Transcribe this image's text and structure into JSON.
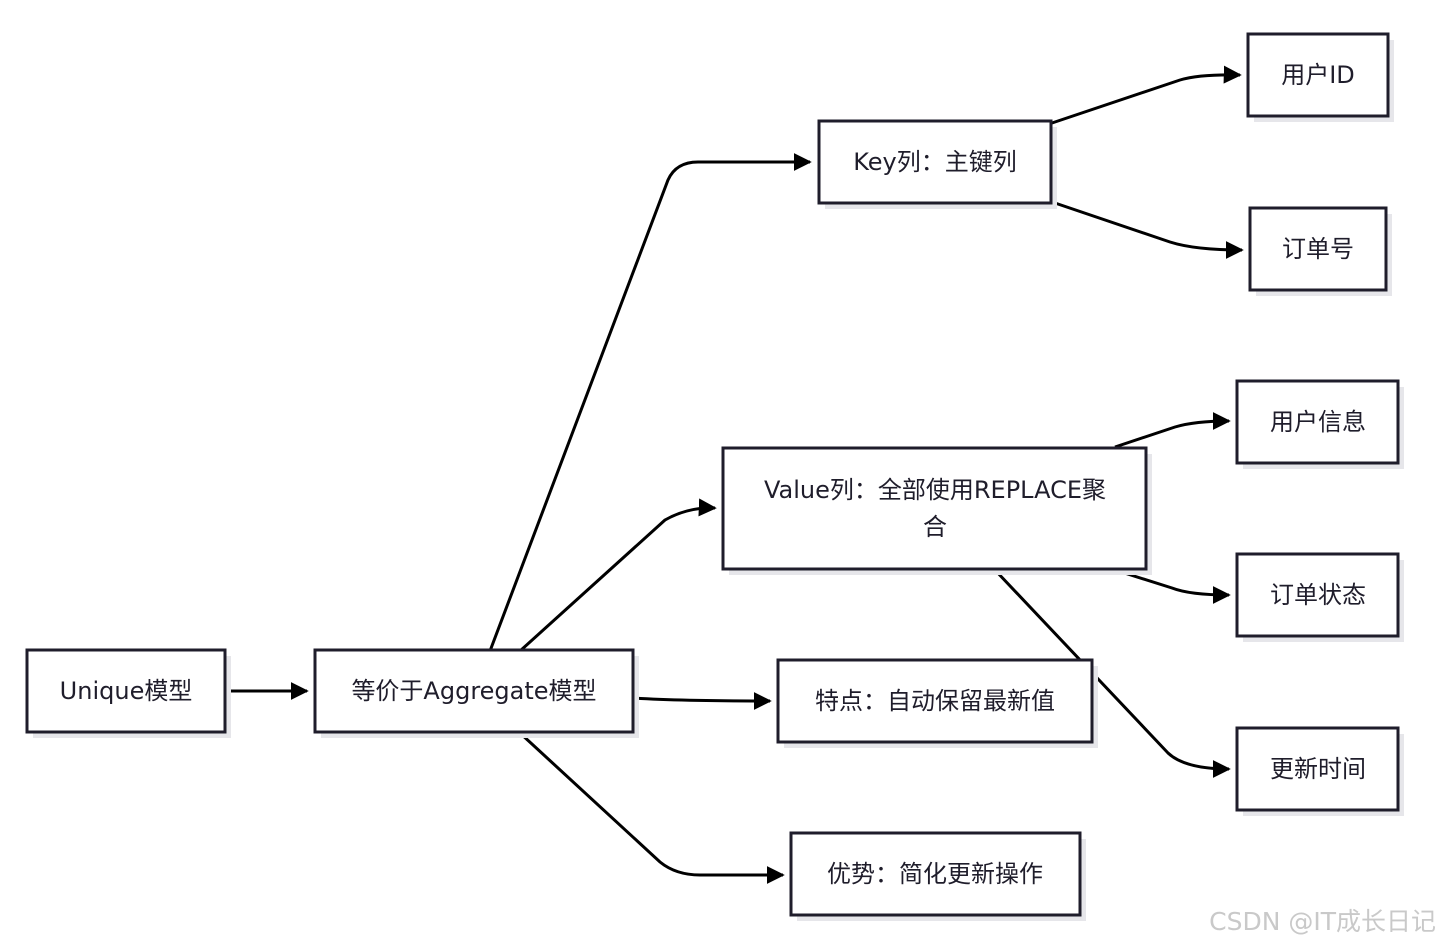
{
  "diagram": {
    "nodes": {
      "unique": {
        "label": "Unique模型"
      },
      "aggregate": {
        "label": "等价于Aggregate模型"
      },
      "key": {
        "label": "Key列：主键列"
      },
      "value": {
        "line1": "Value列：全部使用REPLACE聚",
        "line2": "合"
      },
      "feature": {
        "label": "特点：自动保留最新值"
      },
      "advantage": {
        "label": "优势：简化更新操作"
      },
      "user_id": {
        "label": "用户ID"
      },
      "order_no": {
        "label": "订单号"
      },
      "user_info": {
        "label": "用户信息"
      },
      "order_status": {
        "label": "订单状态"
      },
      "update_time": {
        "label": "更新时间"
      }
    },
    "edges": [
      {
        "from": "unique",
        "to": "aggregate"
      },
      {
        "from": "aggregate",
        "to": "key"
      },
      {
        "from": "aggregate",
        "to": "value"
      },
      {
        "from": "aggregate",
        "to": "feature"
      },
      {
        "from": "aggregate",
        "to": "advantage"
      },
      {
        "from": "key",
        "to": "user_id"
      },
      {
        "from": "key",
        "to": "order_no"
      },
      {
        "from": "value",
        "to": "user_info"
      },
      {
        "from": "value",
        "to": "order_status"
      },
      {
        "from": "value",
        "to": "update_time"
      }
    ]
  },
  "watermark": "CSDN @IT成长日记"
}
